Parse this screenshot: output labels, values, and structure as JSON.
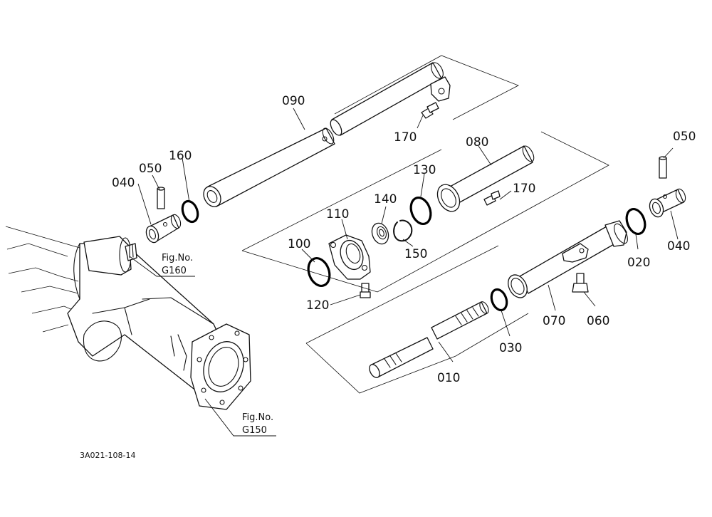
{
  "diagram": {
    "part_labels": {
      "p010": "010",
      "p020": "020",
      "p030": "030",
      "p040_left": "040",
      "p040_right": "040",
      "p050_left": "050",
      "p050_right": "050",
      "p060": "060",
      "p070": "070",
      "p080": "080",
      "p090": "090",
      "p100": "100",
      "p110": "110",
      "p120": "120",
      "p130": "130",
      "p140": "140",
      "p150": "150",
      "p160": "160",
      "p170_top": "170",
      "p170_mid": "170"
    },
    "fig_refs": {
      "g160_caption": "Fig.No.",
      "g160_number": "G160",
      "g150_caption": "Fig.No.",
      "g150_number": "G150"
    },
    "drawing_code": "3A021-108-14"
  }
}
